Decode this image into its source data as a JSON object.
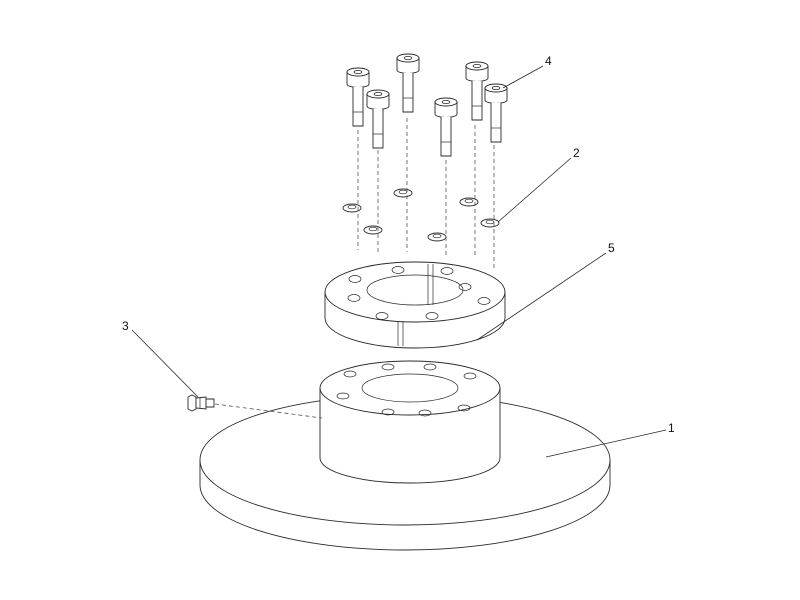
{
  "callouts": {
    "part_1": "1",
    "part_2": "2",
    "part_3": "3",
    "part_4": "4",
    "part_5": "5"
  },
  "colors": {
    "stroke": "#2a2a2a",
    "background": "#ffffff"
  }
}
